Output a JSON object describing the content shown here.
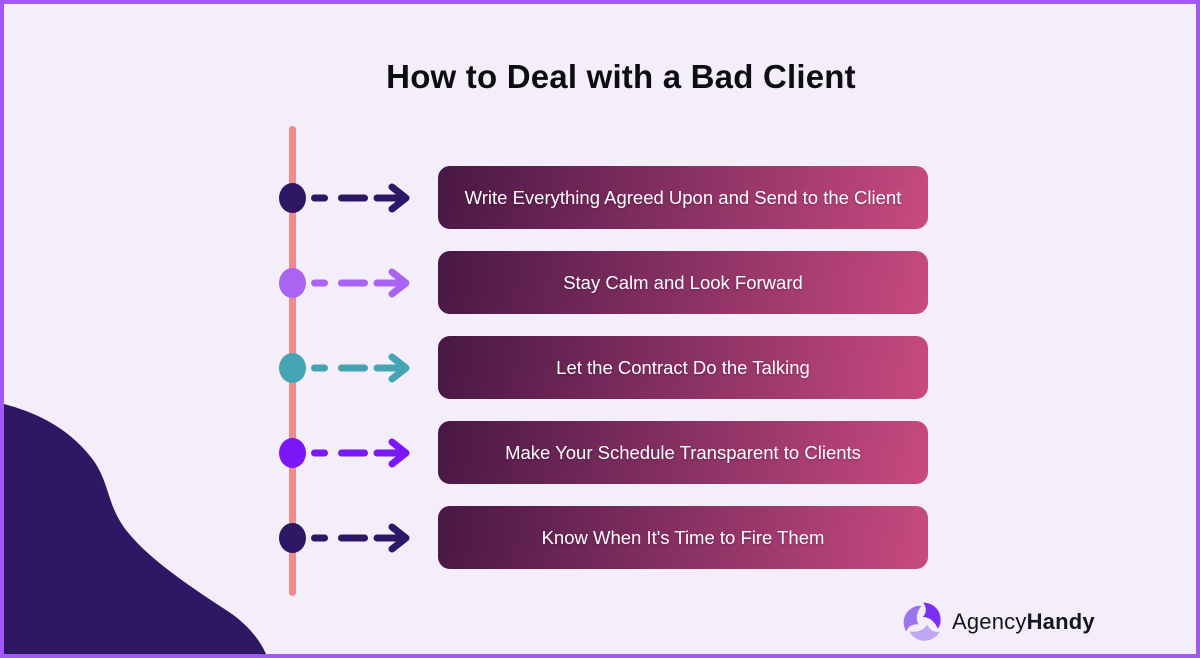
{
  "page": {
    "title": "How to Deal with a Bad Client"
  },
  "steps": [
    {
      "label": "Write Everything Agreed Upon and Send to the Client",
      "accent": "#2e1865"
    },
    {
      "label": "Stay Calm and Look Forward",
      "accent": "#a964f2"
    },
    {
      "label": "Let the Contract Do the Talking",
      "accent": "#45a4b2"
    },
    {
      "label": "Make Your Schedule Transparent to Clients",
      "accent": "#7a18f8"
    },
    {
      "label": "Know When It's Time to Fire Them",
      "accent": "#2e1865"
    }
  ],
  "brand": {
    "name_regular": "Agency",
    "name_bold": "Handy",
    "icon": "triskelion-logo-icon",
    "icon_colors": {
      "bright": "#7d2ef5",
      "medium": "#9d74ee",
      "light": "#c0a5f3"
    }
  },
  "colors": {
    "background": "#f4eefb",
    "frame_border": "#a158f7",
    "title_text": "#0e0e12",
    "timeline": "#f18a8a",
    "box_gradient_start": "#481745",
    "box_gradient_end": "#c84a80",
    "box_text": "#ffffff",
    "corner_blob": "#2e1865"
  }
}
